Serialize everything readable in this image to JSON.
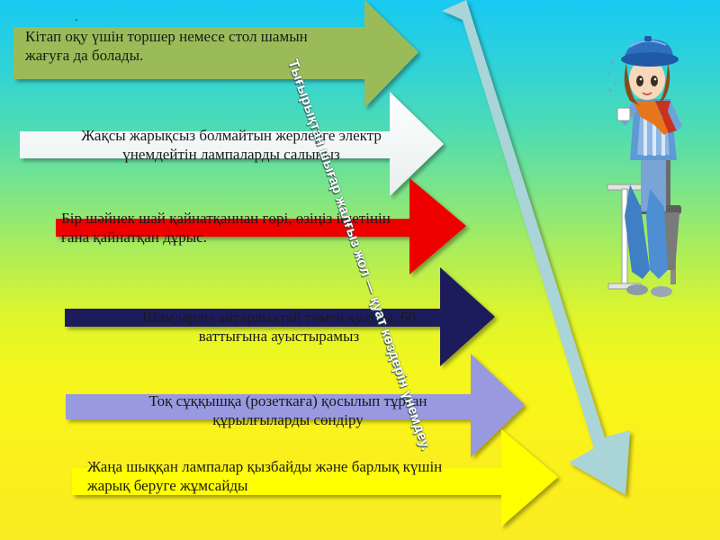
{
  "slide": {
    "dot": ".",
    "arrows": [
      {
        "lines": [
          "Кітап оқу үшін торшер немесе стол шамын",
          "жағуға да болады."
        ],
        "color": "#9bbb59"
      },
      {
        "lines": [
          "Жақсы жарықсыз болмайтын жерлерге электр",
          "үнемдейтін лампаларды салыңыз"
        ],
        "color": "#ffffff"
      },
      {
        "lines": [
          "Бір шәйнек шай қайнатқаннан гөрі, өзіңіз ішетінін",
          "ғана қайнатқан дұрыс."
        ],
        "color": "#ee0000"
      },
      {
        "lines": [
          "Шамдарды айтарлықтай төмен қуатты, 60",
          "ваттығына ауыстырамыз"
        ],
        "color": "#1f1f5c"
      },
      {
        "lines": [
          "Тоқ сұққышқа (розеткаға) қосылып тұрған",
          "құрылғыларды сөндіру"
        ],
        "color": "#9999e0"
      },
      {
        "lines": [
          "Жаңа шыққан лампалар қызбайды және барлық күшін",
          "жарық беруге жұмсайды"
        ],
        "color": "#ffff00"
      }
    ],
    "diagonal_arrow": {
      "text": "Тығырықтан шығар жалғыз жол — қуат көздерін үнемдеу.",
      "color": "#a9d4d8"
    },
    "character": {
      "icon": "cartoon-girl-with-cup-icon"
    }
  }
}
